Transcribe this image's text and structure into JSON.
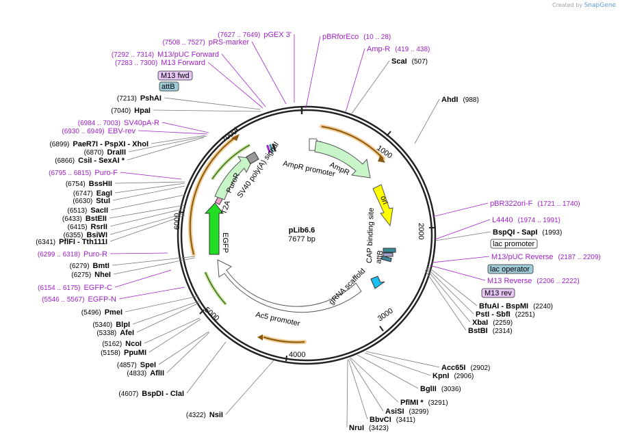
{
  "credit": {
    "prefix": "Created by",
    "brand": "SnapGene"
  },
  "plasmid": {
    "name": "pLib6.6",
    "size": "7677 bp"
  },
  "ticks": [
    "1000",
    "2000",
    "3000",
    "4000",
    "5000",
    "6000",
    "7000"
  ],
  "features": [
    {
      "label": "AmpR",
      "kind": "gene"
    },
    {
      "label": "AmpR promoter",
      "kind": "promoter"
    },
    {
      "label": "ori",
      "kind": "origin"
    },
    {
      "label": "CAP binding site",
      "kind": "site"
    },
    {
      "label": "attB",
      "kind": "site"
    },
    {
      "label": "gRNA scaffold",
      "kind": "misc"
    },
    {
      "label": "Ac5 promoter",
      "kind": "promoter"
    },
    {
      "label": "EGFP",
      "kind": "gene"
    },
    {
      "label": "T2A",
      "kind": "misc"
    },
    {
      "label": "PuroR",
      "kind": "gene"
    },
    {
      "label": "SV40 poly(A) signal",
      "kind": "terminator"
    }
  ],
  "boxes": {
    "m13fwd": "M13 fwd",
    "attb": "attB",
    "lacprom": "lac promoter",
    "lacop": "lac operator",
    "m13rev": "M13 rev"
  },
  "right_labels": [
    {
      "name": "pBRforEco",
      "pos": "(10 .. 28)",
      "kind": "primer"
    },
    {
      "name": "Amp-R",
      "pos": "(419 .. 438)",
      "kind": "primer"
    },
    {
      "name": "ScaI",
      "pos": "(507)",
      "kind": "enzyme"
    },
    {
      "name": "AhdI",
      "pos": "(988)",
      "kind": "enzyme"
    },
    {
      "name": "pBR322ori-F",
      "pos": "(1721 .. 1740)",
      "kind": "primer"
    },
    {
      "name": "L4440",
      "pos": "(1974 .. 1991)",
      "kind": "primer"
    },
    {
      "name": "BspQI - SapI",
      "pos": "(1993)",
      "kind": "enzyme"
    },
    {
      "name": "M13/pUC Reverse",
      "pos": "(2187 .. 2209)",
      "kind": "primer"
    },
    {
      "name": "M13 Reverse",
      "pos": "(2206 .. 2222)",
      "kind": "primer"
    },
    {
      "name": "BfuAI - BspMI",
      "pos": "(2240)",
      "kind": "enzyme"
    },
    {
      "name": "PstI - SbfI",
      "pos": "(2251)",
      "kind": "enzyme"
    },
    {
      "name": "XbaI",
      "pos": "(2259)",
      "kind": "enzyme"
    },
    {
      "name": "BstBI",
      "pos": "(2314)",
      "kind": "enzyme"
    },
    {
      "name": "Acc65I",
      "pos": "(2902)",
      "kind": "enzyme"
    },
    {
      "name": "KpnI",
      "pos": "(2906)",
      "kind": "enzyme"
    },
    {
      "name": "BglII",
      "pos": "(3036)",
      "kind": "enzyme"
    },
    {
      "name": "PflMI *",
      "pos": "(3291)",
      "kind": "enzyme"
    },
    {
      "name": "AsiSI",
      "pos": "(3299)",
      "kind": "enzyme"
    },
    {
      "name": "BbvCI",
      "pos": "(3411)",
      "kind": "enzyme"
    },
    {
      "name": "NruI",
      "pos": "(3423)",
      "kind": "enzyme"
    }
  ],
  "left_labels": [
    {
      "name": "pGEX 3'",
      "pos": "(7627 .. 7649)",
      "kind": "primer"
    },
    {
      "name": "pRS-marker",
      "pos": "(7508 .. 7527)",
      "kind": "primer"
    },
    {
      "name": "M13/pUC Forward",
      "pos": "(7292 .. 7314)",
      "kind": "primer"
    },
    {
      "name": "M13 Forward",
      "pos": "(7283 .. 7300)",
      "kind": "primer"
    },
    {
      "name": "PshAI",
      "pos": "(7213)",
      "kind": "enzyme"
    },
    {
      "name": "HpaI",
      "pos": "(7040)",
      "kind": "enzyme"
    },
    {
      "name": "SV40pA-R",
      "pos": "(6984 .. 7003)",
      "kind": "primer"
    },
    {
      "name": "EBV-rev",
      "pos": "(6930 .. 6949)",
      "kind": "primer"
    },
    {
      "name": "PaeR7I - PspXI - XhoI",
      "pos": "(6899)",
      "kind": "enzyme"
    },
    {
      "name": "DraIII",
      "pos": "(6870)",
      "kind": "enzyme"
    },
    {
      "name": "CsiI - SexAI *",
      "pos": "(6866)",
      "kind": "enzyme"
    },
    {
      "name": "Puro-F",
      "pos": "(6795 .. 6815)",
      "kind": "primer"
    },
    {
      "name": "BssHII",
      "pos": "(6754)",
      "kind": "enzyme"
    },
    {
      "name": "EagI",
      "pos": "(6747)",
      "kind": "enzyme"
    },
    {
      "name": "StuI",
      "pos": "(6630)",
      "kind": "enzyme"
    },
    {
      "name": "SacII",
      "pos": "(6513)",
      "kind": "enzyme"
    },
    {
      "name": "BstEII",
      "pos": "(6433)",
      "kind": "enzyme"
    },
    {
      "name": "RsrII",
      "pos": "(6415)",
      "kind": "enzyme"
    },
    {
      "name": "BsiWI",
      "pos": "(6355)",
      "kind": "enzyme"
    },
    {
      "name": "PflFI - Tth111I",
      "pos": "(6341)",
      "kind": "enzyme"
    },
    {
      "name": "Puro-R",
      "pos": "(6299 .. 6318)",
      "kind": "primer"
    },
    {
      "name": "BmtI",
      "pos": "(6279)",
      "kind": "enzyme"
    },
    {
      "name": "NheI",
      "pos": "(6275)",
      "kind": "enzyme"
    },
    {
      "name": "EGFP-C",
      "pos": "(6154 .. 6175)",
      "kind": "primer"
    },
    {
      "name": "EGFP-N",
      "pos": "(5546 .. 5567)",
      "kind": "primer"
    },
    {
      "name": "PmeI",
      "pos": "(5496)",
      "kind": "enzyme"
    },
    {
      "name": "BlpI",
      "pos": "(5340)",
      "kind": "enzyme"
    },
    {
      "name": "AfeI",
      "pos": "(5338)",
      "kind": "enzyme"
    },
    {
      "name": "NcoI",
      "pos": "(5162)",
      "kind": "enzyme"
    },
    {
      "name": "PpuMI",
      "pos": "(5158)",
      "kind": "enzyme"
    },
    {
      "name": "SpeI",
      "pos": "(4857)",
      "kind": "enzyme"
    },
    {
      "name": "AflII",
      "pos": "(4833)",
      "kind": "enzyme"
    },
    {
      "name": "BspDI - ClaI",
      "pos": "(4607)",
      "kind": "enzyme"
    },
    {
      "name": "NsiI",
      "pos": "(4322)",
      "kind": "enzyme"
    }
  ]
}
